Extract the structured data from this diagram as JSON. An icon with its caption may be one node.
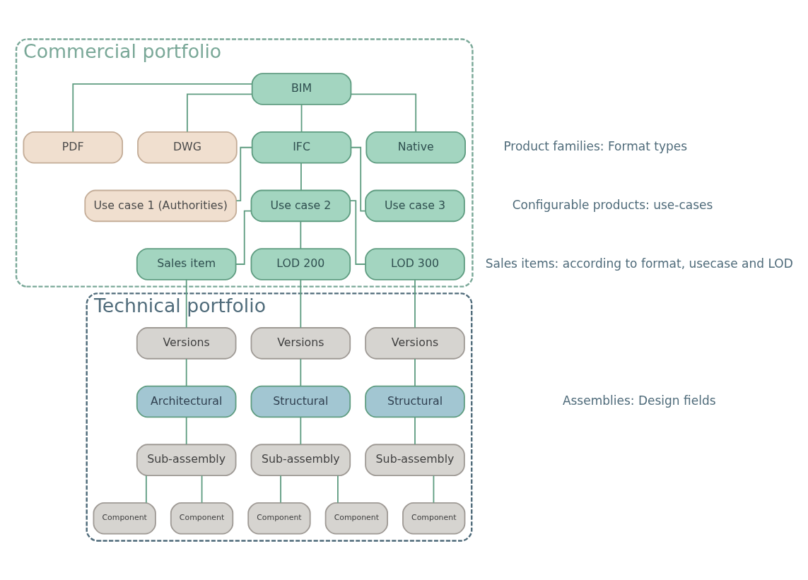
{
  "diagram": {
    "nodes": [
      {
        "text": [
          "Commercial portfolio"
        ]
      },
      {
        "text": [
          "BIM"
        ],
        "in": 0
      },
      {
        "text": [
          "PDF"
        ],
        "in": 0
      },
      {
        "text": [
          "DWG"
        ],
        "in": 0
      },
      {
        "text": [
          "IFC"
        ],
        "in": 0
      },
      {
        "text": [
          "Native"
        ],
        "in": 0
      },
      {
        "text": [
          "Use case 1 (Authorities)"
        ],
        "in": 0
      },
      {
        "text": [
          "Use case 2"
        ],
        "in": 0
      },
      {
        "text": [
          "Use case 3"
        ],
        "in": 0
      },
      {
        "text": [
          "Sales item"
        ],
        "in": 0
      },
      {
        "text": [
          "LOD 200"
        ],
        "in": 0
      },
      {
        "text": [
          "LOD 300"
        ],
        "in": 0
      },
      {
        "text": [
          "Technical portfolio"
        ]
      },
      {
        "text": [
          "Versions"
        ],
        "in": 12
      },
      {
        "text": [
          "Versions"
        ],
        "in": 12
      },
      {
        "text": [
          "Versions"
        ],
        "in": 12
      },
      {
        "text": [
          "Architectural"
        ],
        "in": 12
      },
      {
        "text": [
          "Structural"
        ],
        "in": 12
      },
      {
        "text": [
          "Structural"
        ],
        "in": 12
      },
      {
        "text": [
          "Sub-assembly"
        ],
        "in": 12
      },
      {
        "text": [
          "Sub-assembly"
        ],
        "in": 12
      },
      {
        "text": [
          "Sub-assembly"
        ],
        "in": 12
      },
      {
        "text": [
          "Component"
        ],
        "in": 12
      },
      {
        "text": [
          "Component"
        ],
        "in": 12
      },
      {
        "text": [
          "Component"
        ],
        "in": 12
      },
      {
        "text": [
          "Component"
        ],
        "in": 12
      },
      {
        "text": [
          "Component"
        ],
        "in": 12
      }
    ],
    "edges": [
      {
        "from": 1,
        "to": 2,
        "arrow": "none"
      },
      {
        "from": 1,
        "to": 3,
        "arrow": "none"
      },
      {
        "from": 1,
        "to": 4,
        "arrow": "none"
      },
      {
        "from": 1,
        "to": 5,
        "arrow": "none"
      },
      {
        "from": 4,
        "to": 6,
        "arrow": "none"
      },
      {
        "from": 4,
        "to": 7,
        "arrow": "none"
      },
      {
        "from": 4,
        "to": 8,
        "arrow": "none"
      },
      {
        "from": 7,
        "to": 9,
        "arrow": "none"
      },
      {
        "from": 7,
        "to": 10,
        "arrow": "none"
      },
      {
        "from": 7,
        "to": 11,
        "arrow": "none"
      },
      {
        "from": 9,
        "to": 13,
        "arrow": "none"
      },
      {
        "from": 10,
        "to": 14,
        "arrow": "none"
      },
      {
        "from": 11,
        "to": 15,
        "arrow": "none"
      },
      {
        "from": 13,
        "to": 16,
        "arrow": "none"
      },
      {
        "from": 14,
        "to": 17,
        "arrow": "none"
      },
      {
        "from": 15,
        "to": 18,
        "arrow": "none"
      },
      {
        "from": 16,
        "to": 19,
        "arrow": "none"
      },
      {
        "from": 17,
        "to": 20,
        "arrow": "none"
      },
      {
        "from": 18,
        "to": 21,
        "arrow": "none"
      },
      {
        "from": 19,
        "to": 22,
        "arrow": "none"
      },
      {
        "from": 19,
        "to": 23,
        "arrow": "none"
      },
      {
        "from": 20,
        "to": 24,
        "arrow": "none"
      },
      {
        "from": 20,
        "to": 25,
        "arrow": "none"
      },
      {
        "from": 21,
        "to": 26,
        "arrow": "none"
      }
    ],
    "labels": [
      "Product families: Format types",
      "Configurable products: use-cases",
      "Sales items: according to format, usecase and LOD",
      "Assemblies: Design fields"
    ]
  }
}
